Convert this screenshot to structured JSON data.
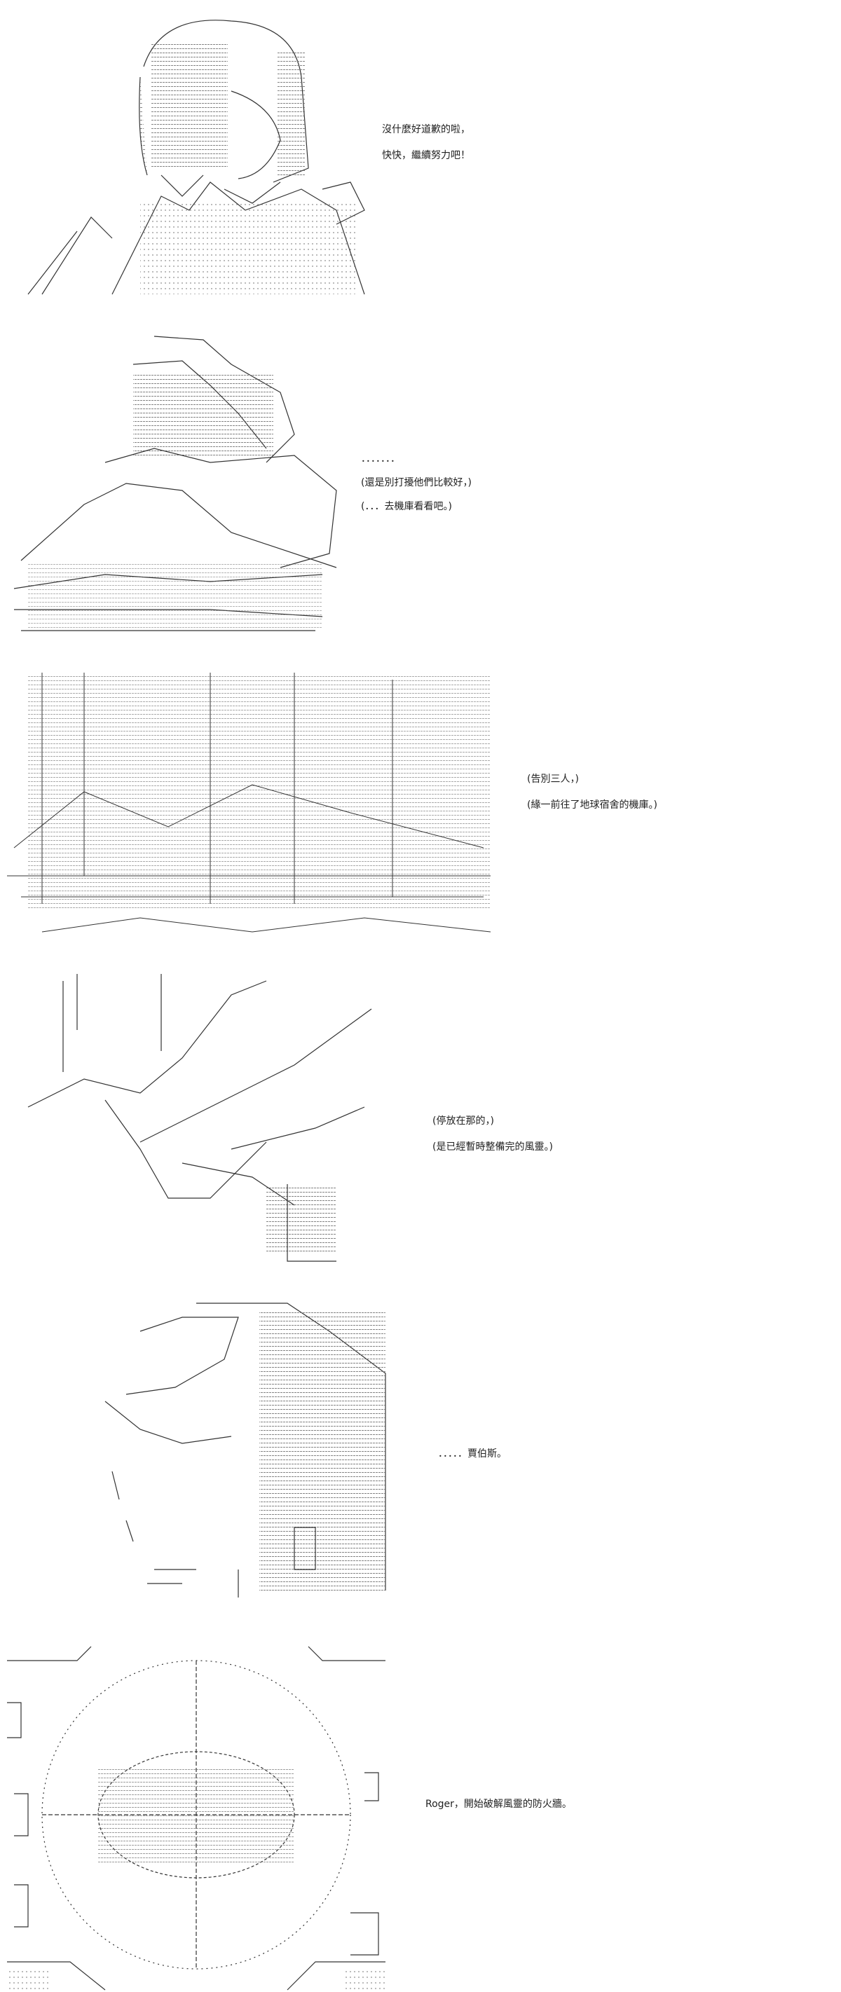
{
  "panels": [
    {
      "id": "panel-1",
      "lines": [
        "沒什麼好道歉的啦，",
        "快快，繼續努力吧！"
      ]
    },
    {
      "id": "panel-2",
      "lines": [
        "．．．．．．．",
        "(還是別打擾他們比較好，)",
        "(．．．去機庫看看吧。)"
      ]
    },
    {
      "id": "panel-3",
      "lines": [
        "(告別三人，)",
        "(緣一前往了地球宿舍的機庫。)"
      ]
    },
    {
      "id": "panel-4",
      "lines": [
        "(停放在那的，)",
        "(是已經暫時整備完的風靈。)"
      ]
    },
    {
      "id": "panel-5",
      "lines": [
        "．．．．．賈伯斯。"
      ]
    },
    {
      "id": "panel-6",
      "lines": [
        "Roger，開始破解風靈的防火牆。"
      ]
    }
  ]
}
